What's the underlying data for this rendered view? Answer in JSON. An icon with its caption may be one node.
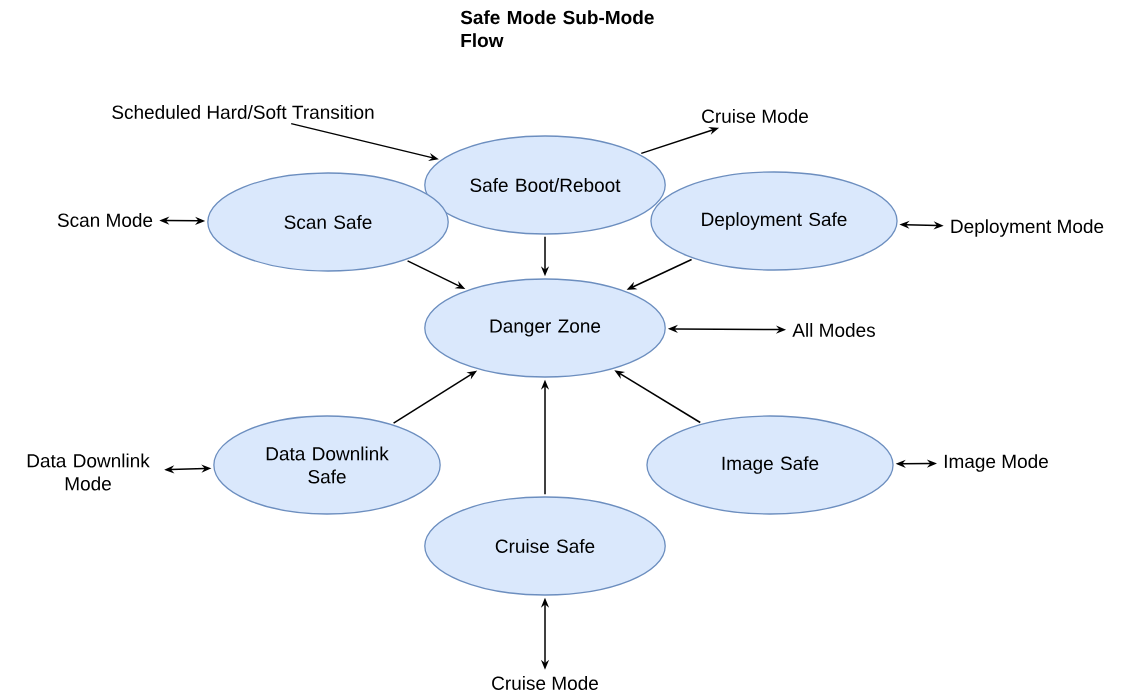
{
  "diagram": {
    "title": "Safe Mode Sub-Mode Flow",
    "nodes": [
      {
        "text": [
          "Safe Boot/Reboot"
        ]
      },
      {
        "text": [
          "Scan Safe"
        ]
      },
      {
        "text": [
          "Deployment Safe"
        ]
      },
      {
        "text": [
          "Danger Zone"
        ]
      },
      {
        "text": [
          "Data Downlink Safe"
        ]
      },
      {
        "text": [
          "Image Safe"
        ]
      },
      {
        "text": [
          "Cruise Safe"
        ]
      },
      {
        "text": [
          "Scheduled Hard/Soft Transition"
        ]
      },
      {
        "text": [
          "Cruise Mode"
        ]
      },
      {
        "text": [
          "Scan Mode"
        ]
      },
      {
        "text": [
          "Deployment Mode"
        ]
      },
      {
        "text": [
          "All Modes"
        ]
      },
      {
        "text": [
          "Data Downlink Mode"
        ]
      },
      {
        "text": [
          "Image Mode"
        ]
      },
      {
        "text": [
          "Cruise Mode"
        ]
      }
    ],
    "edges": [
      {
        "from": 7,
        "to": 0,
        "arrow": "to"
      },
      {
        "from": 0,
        "to": 8,
        "arrow": "to"
      },
      {
        "from": 9,
        "to": 1,
        "arrow": "both"
      },
      {
        "from": 2,
        "to": 10,
        "arrow": "both"
      },
      {
        "from": 0,
        "to": 3,
        "arrow": "to"
      },
      {
        "from": 1,
        "to": 3,
        "arrow": "to"
      },
      {
        "from": 2,
        "to": 3,
        "arrow": "to"
      },
      {
        "from": 3,
        "to": 11,
        "arrow": "both"
      },
      {
        "from": 4,
        "to": 3,
        "arrow": "to"
      },
      {
        "from": 5,
        "to": 3,
        "arrow": "to"
      },
      {
        "from": 6,
        "to": 3,
        "arrow": "to"
      },
      {
        "from": 12,
        "to": 4,
        "arrow": "both"
      },
      {
        "from": 5,
        "to": 13,
        "arrow": "both"
      },
      {
        "from": 6,
        "to": 14,
        "arrow": "both"
      }
    ]
  }
}
